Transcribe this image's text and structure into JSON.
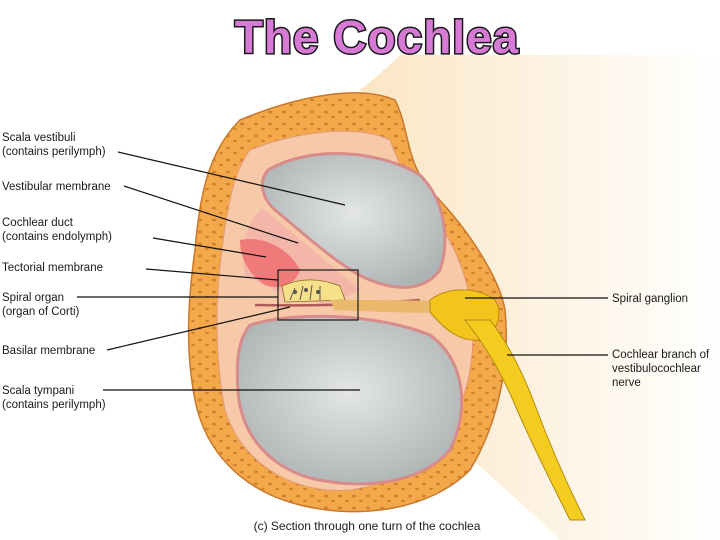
{
  "title": "The Cochlea",
  "caption": "(c) Section through one turn of the cochlea",
  "colors": {
    "title_fill": "#d77ad6",
    "bone": "#f3a94a",
    "bone_dots": "#c9772a",
    "tissue": "#fbe6c4",
    "scala": "#c6cacb",
    "tectorial": "#f07a7a",
    "nerve": "#f4cc1f",
    "ganglion": "#f2c41c"
  },
  "labels_left": [
    {
      "line1": "Scala vestibuli",
      "line2": "(contains perilymph)"
    },
    {
      "line1": "Vestibular membrane",
      "line2": ""
    },
    {
      "line1": "Cochlear duct",
      "line2": "(contains endolymph)"
    },
    {
      "line1": "Tectorial membrane",
      "line2": ""
    },
    {
      "line1": "Spiral organ",
      "line2": "(organ of Corti)"
    },
    {
      "line1": "Basilar membrane",
      "line2": ""
    },
    {
      "line1": "Scala tympani",
      "line2": "(contains perilymph)"
    }
  ],
  "labels_right": [
    {
      "line1": "Spiral ganglion",
      "line2": "",
      "line3": ""
    },
    {
      "line1": "Cochlear branch of",
      "line2": "vestibulocochlear",
      "line3": "nerve"
    }
  ]
}
